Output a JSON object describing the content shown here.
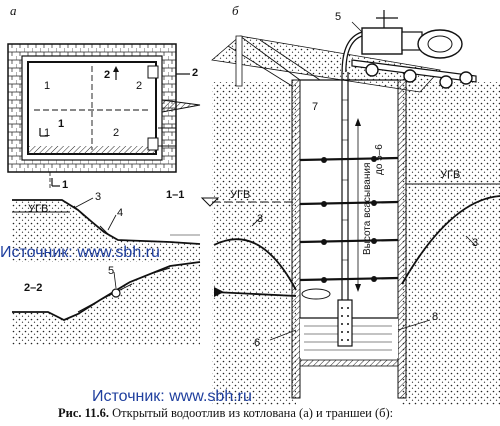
{
  "panel_a": {
    "label": "а",
    "plan_numbers": [
      "1",
      "2",
      "1",
      "2"
    ],
    "section_marks": [
      "1",
      "1",
      "2",
      "2"
    ],
    "section_1_1": {
      "title": "1–1",
      "ugv": "УГВ",
      "callouts": [
        "3",
        "4"
      ]
    },
    "section_2_2": {
      "title": "2–2",
      "callouts": [
        "5"
      ]
    }
  },
  "panel_b": {
    "label": "б",
    "callouts": [
      "5",
      "7",
      "3",
      "3",
      "8",
      "6"
    ],
    "ugv_left": "УГВ",
    "ugv_right": "УГВ",
    "suction_height": "Высота всасывания",
    "suction_limit": "до 5–6"
  },
  "watermarks": [
    "Источник: www.sbh.ru",
    "Источник: www.sbh.ru"
  ],
  "caption": {
    "prefix": "Рис. 11.6.",
    "text": " Открытый водоотлив из котлована (а) и траншеи (б):"
  }
}
